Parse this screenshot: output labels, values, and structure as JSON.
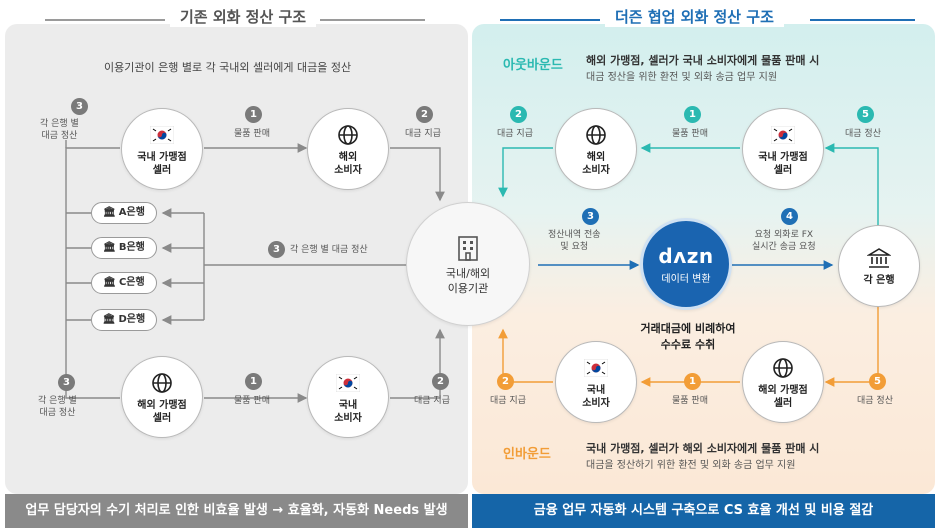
{
  "left": {
    "title": "기존 외화 정산 구조",
    "subtitle": "이용기관이 은행 별로 각 국내외 셀러에게 대금을 정산",
    "domestic_seller": "국내 가맹점\n셀러",
    "overseas_consumer": "해외\n소비자",
    "overseas_seller": "해외 가맹점\n셀러",
    "domestic_consumer": "국내\n소비자",
    "institution": "국내/해외\n이용기관",
    "banks": [
      "A은행",
      "B은행",
      "C은행",
      "D은행"
    ],
    "step_sale": "물품 판매",
    "step_pay": "대금 지급",
    "step_settle_bank": "각 은행 별\n대금 정산",
    "step_settle_each": "각 은행 별 대금 정산",
    "n1": "1",
    "n2": "2",
    "n3": "3",
    "footer": "업무 담당자의 수기 처리로 인한 비효율 발생 → 효율화, 자동화 Needs 발생",
    "footer_color": "#8a8a8a"
  },
  "right": {
    "title": "더즌 협업 외화 정산 구조",
    "outbound_title": "아웃바운드",
    "outbound_line1": "해외 가맹점, 셀러가 국내 소비자에게 물품 판매 시",
    "outbound_line2": "대금 정산을 위한 환전 및 외화 송금 업무 지원",
    "inbound_title": "인바운드",
    "inbound_line1": "국내 가맹점, 셀러가 해외 소비자에게 물품 판매 시",
    "inbound_line2": "대금을 정산하기 위한 환전 및 외화 송금 업무 지원",
    "overseas_consumer": "해외\n소비자",
    "domestic_seller": "국내 가맹점\n셀러",
    "domestic_consumer": "국내\n소비자",
    "overseas_seller": "해외 가맹점\n셀러",
    "each_bank": "각 은행",
    "dazn_logo": "dᴧzn",
    "dazn_sub": "데이터 변환",
    "step_pay": "대금 지급",
    "step_sale": "물품 판매",
    "step_settle": "대금 정산",
    "step3": "정산내역 전송\n및 요청",
    "step4": "요청 외화로 FX\n실시간 송금 요청",
    "fee": "거래대금에 비례하여\n수수료 수취",
    "n1": "1",
    "n2": "2",
    "n3": "3",
    "n4": "4",
    "n5": "5",
    "footer": "금융 업무 자동화 시스템 구축으로 CS 효율 개선 및 비용 절감",
    "footer_color": "#1565a8"
  },
  "colors": {
    "teal": "#2bb9b1",
    "blue": "#1f6fb5",
    "orange": "#f29d37",
    "gray": "#8a8a8a"
  }
}
